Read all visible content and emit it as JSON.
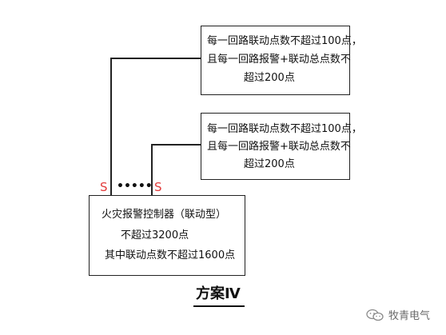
{
  "colors": {
    "line": "#222222",
    "s_label": "#e23b3b",
    "text": "#111111",
    "watermark": "#6b6b6b"
  },
  "top_box": {
    "line1": "每一回路联动点数不超过100点，",
    "line2": "且每一回路报警+联动总点数不",
    "line3": "超过200点"
  },
  "middle_box": {
    "line1": "每一回路联动点数不超过100点，",
    "line2": "且每一回路报警+联动总点数不",
    "line3": "超过200点"
  },
  "controller_box": {
    "line1": "火灾报警控制器（联动型）",
    "line2": "不超过3200点",
    "line3": "其中联动点数不超过1600点"
  },
  "loop_labels": {
    "left": "S",
    "dots": "•••••",
    "right": "S"
  },
  "scheme_title": "方案Ⅳ",
  "watermark": {
    "icon": "wechat-chat-bubbles-icon",
    "text": "牧青电气"
  }
}
